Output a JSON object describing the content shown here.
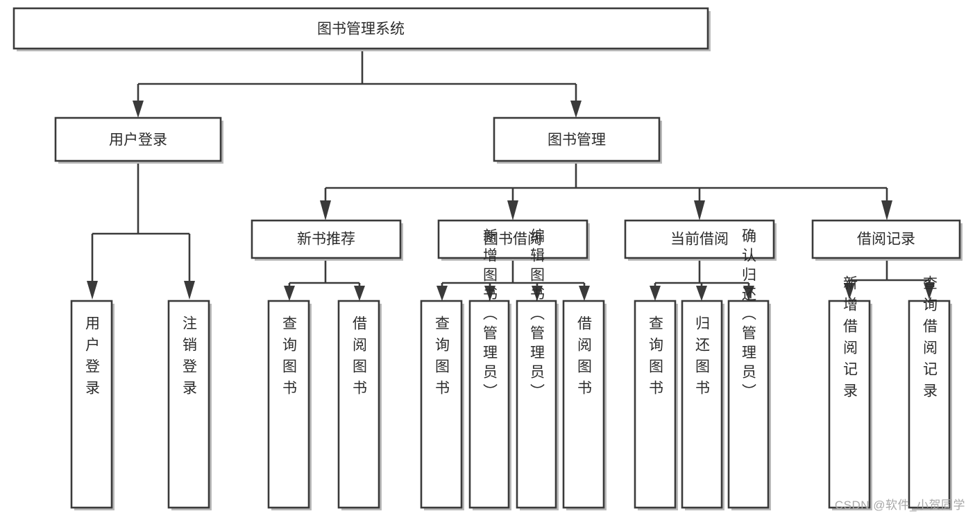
{
  "diagram": {
    "type": "tree",
    "title": "图书管理系统",
    "orientation": "top-down",
    "style": {
      "box_fill": "#ffffff",
      "box_stroke": "#3a3a3a",
      "text_color": "#2b2b2b",
      "shadow_color": "#b9b9b9",
      "background": "#ffffff"
    },
    "levels": {
      "root": {
        "label": "图书管理系统"
      },
      "level2": [
        {
          "label": "用户登录"
        },
        {
          "label": "图书管理"
        }
      ],
      "level3": [
        {
          "label": "新书推荐"
        },
        {
          "label": "图书借阅"
        },
        {
          "label": "当前借阅"
        },
        {
          "label": "借阅记录"
        }
      ],
      "leaves_user_login": [
        {
          "label": "用户登录"
        },
        {
          "label": "注销登录"
        }
      ],
      "leaves_new_book": [
        {
          "label": "查询图书"
        },
        {
          "label": "借阅图书"
        }
      ],
      "leaves_borrow": [
        {
          "label": "查询图书"
        },
        {
          "label": "新增图书（管理员）"
        },
        {
          "label": "编辑图书（管理员）"
        },
        {
          "label": "借阅图书"
        }
      ],
      "leaves_current": [
        {
          "label": "查询图书"
        },
        {
          "label": "归还图书"
        },
        {
          "label": "确认归还（管理员）"
        }
      ],
      "leaves_records": [
        {
          "label": "新增借阅记录"
        },
        {
          "label": "查询借阅记录"
        }
      ]
    },
    "edges": [
      {
        "from": "图书管理系统",
        "to": "用户登录"
      },
      {
        "from": "图书管理系统",
        "to": "图书管理"
      },
      {
        "from": "用户登录",
        "to": "用户登录"
      },
      {
        "from": "用户登录",
        "to": "注销登录"
      },
      {
        "from": "图书管理",
        "to": "新书推荐"
      },
      {
        "from": "图书管理",
        "to": "图书借阅"
      },
      {
        "from": "图书管理",
        "to": "当前借阅"
      },
      {
        "from": "图书管理",
        "to": "借阅记录"
      },
      {
        "from": "新书推荐",
        "to": "查询图书"
      },
      {
        "from": "新书推荐",
        "to": "借阅图书"
      },
      {
        "from": "图书借阅",
        "to": "查询图书"
      },
      {
        "from": "图书借阅",
        "to": "新增图书（管理员）"
      },
      {
        "from": "图书借阅",
        "to": "编辑图书（管理员）"
      },
      {
        "from": "图书借阅",
        "to": "借阅图书"
      },
      {
        "from": "当前借阅",
        "to": "查询图书"
      },
      {
        "from": "当前借阅",
        "to": "归还图书"
      },
      {
        "from": "当前借阅",
        "to": "确认归还（管理员）"
      },
      {
        "from": "借阅记录",
        "to": "新增借阅记录"
      },
      {
        "from": "借阅记录",
        "to": "查询借阅记录"
      }
    ]
  },
  "watermark": {
    "text": "CSDN @软件_小贺同学"
  }
}
